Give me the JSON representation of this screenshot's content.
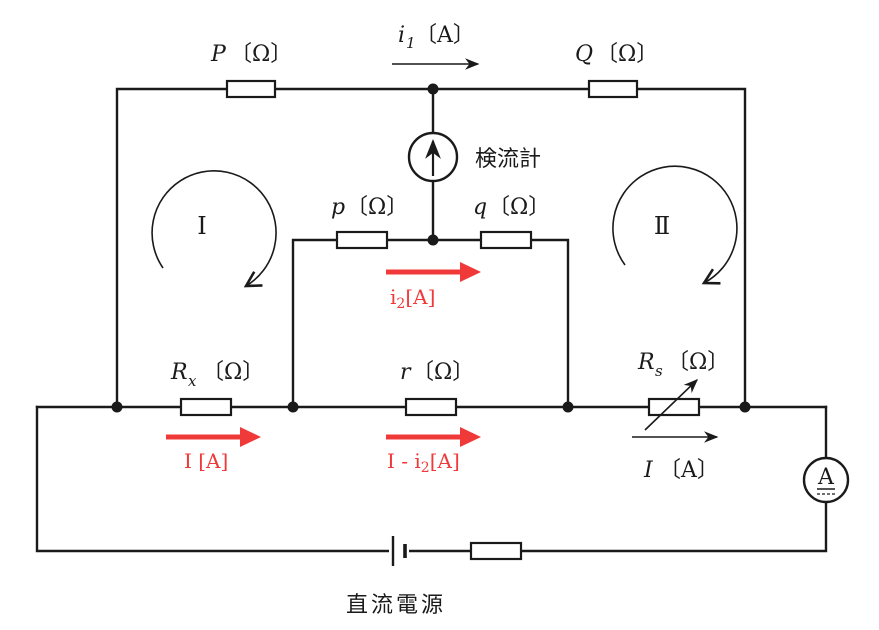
{
  "labels": {
    "P": "P",
    "Q": "Q",
    "p": "p",
    "q": "q",
    "r": "r",
    "Rx": "R",
    "Rx_sub": "x",
    "Rs": "R",
    "Rs_sub": "s",
    "i1": "i",
    "i1_sub": "1",
    "I": "I",
    "ohm_unit": "〔Ω〕",
    "amp_unit": "〔A〕",
    "galvanometer": "検流計",
    "dc_source": "直流電源",
    "ammeter_letter": "A",
    "loop_1": "Ⅰ",
    "loop_2": "Ⅱ"
  },
  "annotations": {
    "color": "#f03a3a",
    "i2_main": "i",
    "i2_sub": "2",
    "i2_unit": "[A]",
    "I_label": "I [A]",
    "I_minus_i2_pre": "I - i",
    "I_minus_i2_sub": "2",
    "I_minus_i2_unit": "[A]"
  }
}
